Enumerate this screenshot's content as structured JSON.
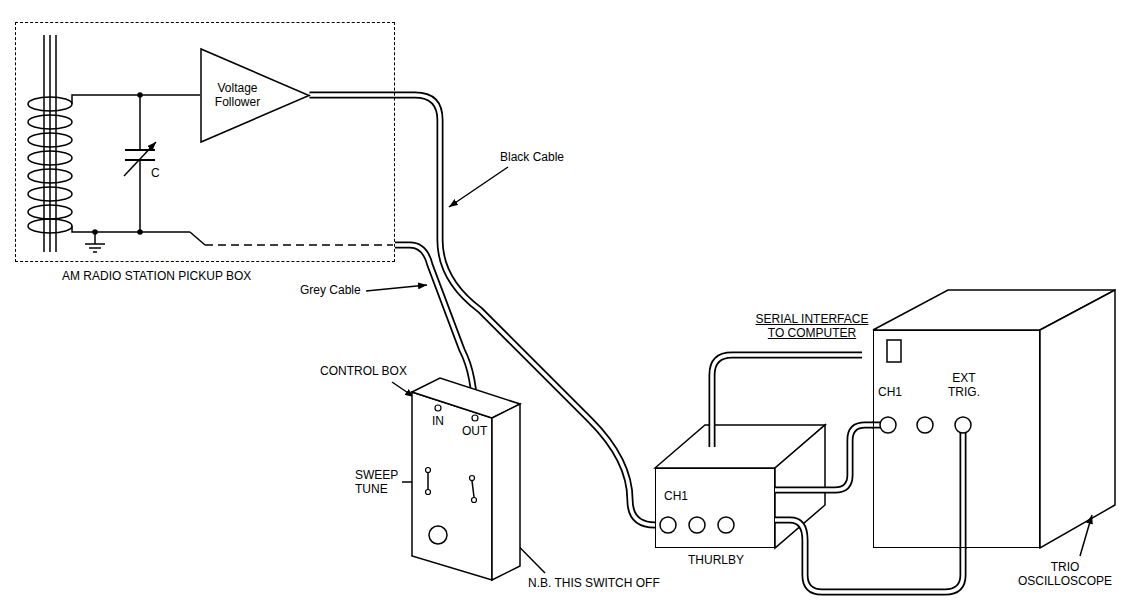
{
  "diagram": {
    "nodes": [
      {
        "text": [
          "AM RADIO STATION PICKUP BOX"
        ]
      },
      {
        "text": [
          "Voltage Follower"
        ],
        "in": 0
      },
      {
        "text": [
          "IN",
          "OUT"
        ]
      },
      {
        "text": [
          "CH1",
          "THURLBY"
        ]
      },
      {
        "text": [
          "CH1",
          "EXT TRIG."
        ]
      }
    ],
    "edges": [
      {
        "from": 1,
        "to": 3,
        "arrow": "none"
      },
      {
        "from": 0,
        "to": 2,
        "arrow": "none"
      },
      {
        "from": 3,
        "to": 4,
        "arrow": "none"
      },
      {
        "from": 3,
        "to": 4,
        "arrow": "none"
      }
    ],
    "labels": [
      "C",
      "Black Cable",
      "Grey Cable",
      "SERIAL INTERFACE TO COMPUTER",
      "CONTROL BOX",
      "SWEEP TUNE",
      "N.B. THIS SWITCH OFF",
      "TRIO OSCILLOSCOPE"
    ]
  }
}
